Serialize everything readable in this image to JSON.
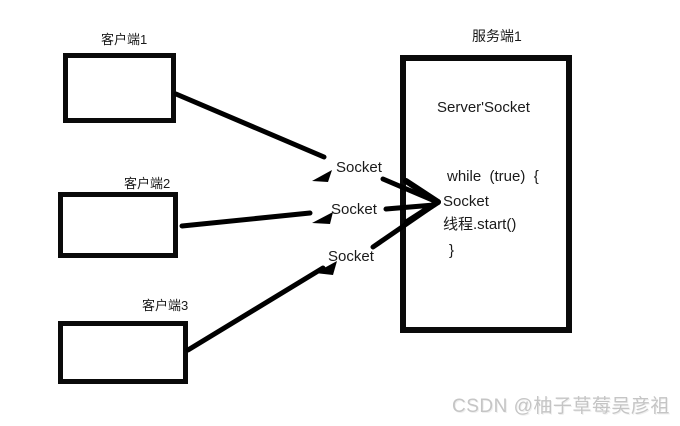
{
  "diagram": {
    "clients": [
      {
        "label": "客户端1"
      },
      {
        "label": "客户端2"
      },
      {
        "label": "客户端3"
      }
    ],
    "connections": [
      {
        "label": "Socket"
      },
      {
        "label": "Socket"
      },
      {
        "label": "Socket"
      }
    ],
    "server": {
      "label": "服务端1",
      "title": "Server'Socket",
      "code_lines": [
        "while  (true)  {",
        "Socket",
        "线程.start()",
        "}"
      ]
    },
    "watermark": "CSDN @柚子草莓吴彦祖",
    "colors": {
      "line": "#000000",
      "text": "#1a1a1a",
      "watermark": "#c5c5c5"
    }
  }
}
